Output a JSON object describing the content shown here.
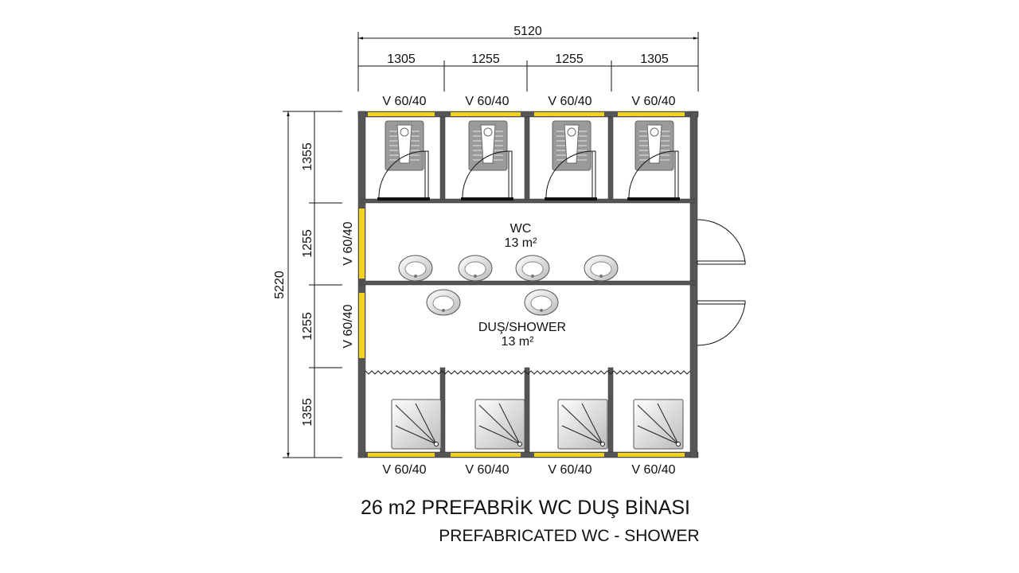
{
  "title": "26 m2 PREFABRİK WC DUŞ BİNASI",
  "subtitle": "PREFABRICATED WC - SHOWER",
  "dimensions": {
    "overall_width": "5120",
    "overall_depth": "5220",
    "top_segments": [
      "1305",
      "1255",
      "1255",
      "1305"
    ],
    "left_segments": [
      "1355",
      "1255",
      "1255",
      "1355"
    ]
  },
  "windows": {
    "top": [
      "V 60/40",
      "V 60/40",
      "V 60/40",
      "V 60/40"
    ],
    "bottom": [
      "V 60/40",
      "V 60/40",
      "V 60/40",
      "V 60/40"
    ],
    "left": [
      "V 60/40",
      "V 60/40"
    ]
  },
  "rooms": [
    {
      "name": "WC",
      "area": "13 m²"
    },
    {
      "name": "DUŞ/SHOWER",
      "area": "13 m²"
    }
  ],
  "colors": {
    "wall": "#555555",
    "window": "#f2d21a",
    "fixture": "#9a9a9a"
  }
}
